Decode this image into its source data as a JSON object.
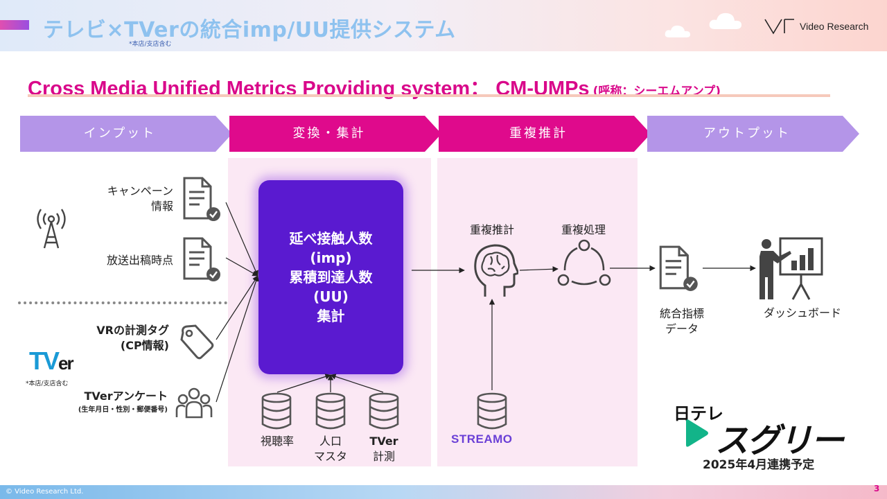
{
  "header": {
    "title": "テレビ×TVerの統合imp/UU提供システム",
    "title_note": "*本店/支店含む",
    "logo_text": "Video Research"
  },
  "subtitle": {
    "main": "Cross Media Unified Metrics Providing system：  CM-UMPs",
    "paren": "(呼称：シーエムアンプ)"
  },
  "stages": [
    {
      "label": "インプット",
      "color": "#b495e8"
    },
    {
      "label": "変換・集計",
      "color": "#df0a8c"
    },
    {
      "label": "重複推計",
      "color": "#df0a8c"
    },
    {
      "label": "アウトプット",
      "color": "#b495e8"
    }
  ],
  "inputs": {
    "tv": {
      "campaign": [
        "キャンペーン",
        "情報"
      ],
      "broadcast": "放送出稿時点"
    },
    "tver": {
      "tag": [
        "VRの計測タグ",
        "(CP情報)"
      ],
      "survey": [
        "TVerアンケート",
        "(生年月日・性別・郵便番号)"
      ],
      "logo_main": "TV",
      "logo_er": "er",
      "note": "*本店/支店含む"
    }
  },
  "core": {
    "lines": [
      "延べ接触人数",
      "(imp)",
      "累積到達人数",
      "(UU)",
      "集計"
    ]
  },
  "databases": [
    {
      "label": [
        "視聴率",
        ""
      ],
      "bold": false
    },
    {
      "label": [
        "人口",
        "マスタ"
      ],
      "bold": false
    },
    {
      "label": [
        "TVer",
        "計測"
      ],
      "bold": true
    }
  ],
  "estimation": {
    "brain_label": "重複推計",
    "process_label": "重複処理",
    "streamo": "STREAMO"
  },
  "output": {
    "metrics_label": [
      "統合指標",
      "データ"
    ],
    "dashboard_label": "ダッシュボード",
    "ntv": "日テレ",
    "sugree": "スグリー",
    "schedule": "2025年4月連携予定"
  },
  "footer": {
    "copyright": "© Video Research Ltd.",
    "page": "3"
  },
  "colors": {
    "magenta": "#df0a8c",
    "lavender": "#b495e8",
    "core_purple": "#5a1ad0",
    "panel_pink": "#fbe8f4"
  },
  "icons": [
    "antenna-icon",
    "document-check-icon",
    "tag-icon",
    "people-icon",
    "database-icon",
    "brain-icon",
    "cycle-icon",
    "dashboard-presenter-icon"
  ]
}
